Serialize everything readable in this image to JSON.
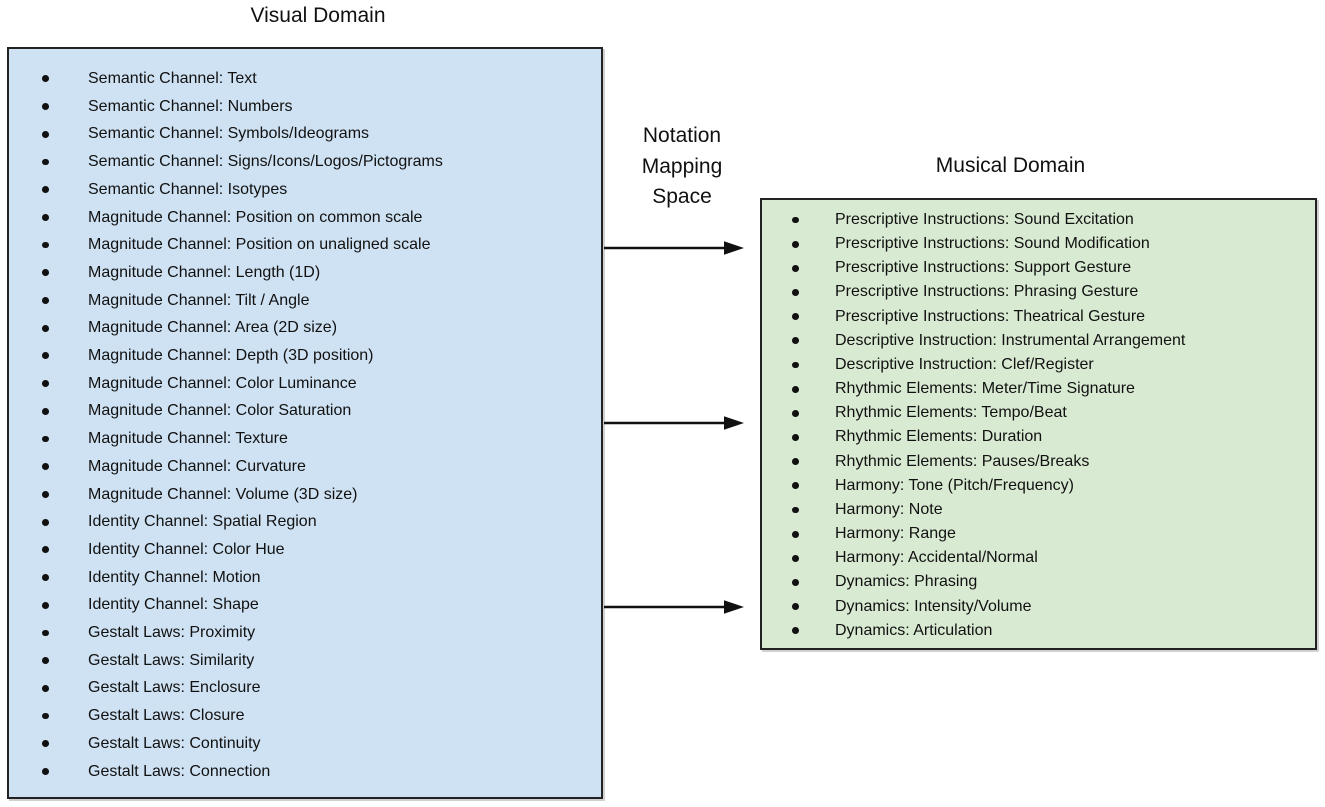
{
  "visual_domain": {
    "title": "Visual Domain",
    "items": [
      "Semantic Channel: Text",
      "Semantic Channel: Numbers",
      "Semantic Channel: Symbols/Ideograms",
      "Semantic Channel: Signs/Icons/Logos/Pictograms",
      "Semantic Channel: Isotypes",
      "Magnitude Channel: Position on common scale",
      "Magnitude Channel: Position on unaligned scale",
      "Magnitude Channel: Length (1D)",
      "Magnitude Channel: Tilt / Angle",
      "Magnitude Channel: Area (2D size)",
      "Magnitude Channel: Depth (3D position)",
      "Magnitude Channel: Color Luminance",
      "Magnitude Channel: Color Saturation",
      "Magnitude Channel: Texture",
      "Magnitude Channel: Curvature",
      "Magnitude Channel: Volume (3D size)",
      "Identity Channel: Spatial Region",
      "Identity Channel: Color Hue",
      "Identity Channel: Motion",
      "Identity Channel: Shape",
      "Gestalt Laws: Proximity",
      "Gestalt Laws: Similarity",
      "Gestalt Laws: Enclosure",
      "Gestalt Laws: Closure",
      "Gestalt Laws: Continuity",
      "Gestalt Laws: Connection"
    ]
  },
  "mapping_label": {
    "text": "Notation Mapping Space",
    "lines": [
      "Notation",
      "Mapping",
      "Space"
    ]
  },
  "musical_domain": {
    "title": "Musical Domain",
    "items": [
      "Prescriptive Instructions: Sound Excitation",
      "Prescriptive Instructions: Sound Modification",
      "Prescriptive Instructions: Support Gesture",
      "Prescriptive Instructions: Phrasing Gesture",
      "Prescriptive Instructions: Theatrical Gesture",
      "Descriptive Instruction: Instrumental Arrangement",
      "Descriptive Instruction: Clef/Register",
      "Rhythmic Elements: Meter/Time Signature",
      "Rhythmic Elements: Tempo/Beat",
      "Rhythmic Elements: Duration",
      "Rhythmic Elements: Pauses/Breaks",
      "Harmony: Tone (Pitch/Frequency)",
      "Harmony: Note",
      "Harmony: Range",
      "Harmony: Accidental/Normal",
      "Dynamics: Phrasing",
      "Dynamics: Intensity/Volume",
      "Dynamics: Articulation"
    ]
  },
  "arrows": {
    "count": 3,
    "direction": "left-to-right"
  },
  "colors": {
    "visual_box_fill": "#cfe2f3",
    "musical_box_fill": "#d9ead3",
    "box_border": "#222222",
    "text": "#111111",
    "arrow": "#111111",
    "background": "#ffffff"
  }
}
